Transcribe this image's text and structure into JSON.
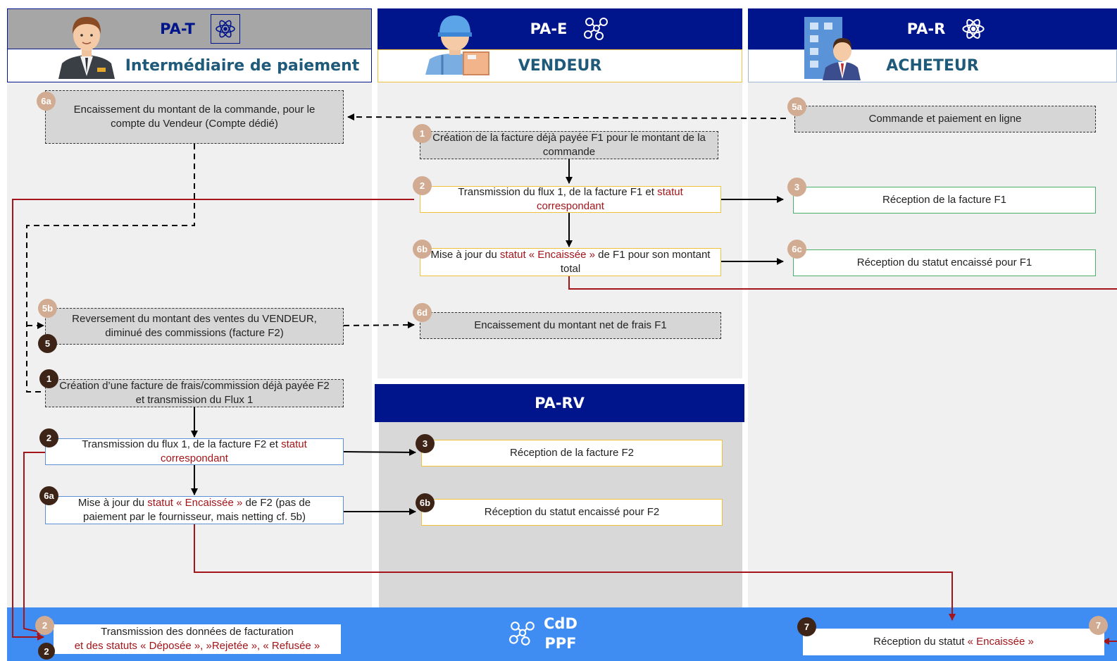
{
  "lanes": {
    "pat": {
      "code": "PA-T",
      "role": "Intermédiaire de paiement",
      "icon": "atom-icon"
    },
    "pae": {
      "code": "PA-E",
      "role": "VENDEUR",
      "icon": "network-icon"
    },
    "par": {
      "code": "PA-R",
      "role": "ACHETEUR",
      "icon": "atom-icon"
    },
    "parv": {
      "code": "PA-RV"
    },
    "cdd": {
      "line1": "CdD",
      "line2": "PPF",
      "icon": "network-icon"
    }
  },
  "colors": {
    "navy": "#00158c",
    "grey_header": "#a6a6a6",
    "blue_band": "#3f8cf2",
    "red_flow": "#a3151a"
  },
  "steps": {
    "t6a_top": {
      "badge": "6a",
      "text": "Encaissement du montant de la commande, pour le compte du Vendeur (Compte dédié)"
    },
    "r5a": {
      "badge": "5a",
      "text": "Commande et paiement en ligne"
    },
    "e1": {
      "badge": "1",
      "text": "Création de la facture déjà payée F1 pour le montant de la commande"
    },
    "e2": {
      "badge": "2",
      "text_a": "Transmission du flux 1, de la facture F1 et ",
      "text_red": "statut correspondant"
    },
    "r3": {
      "badge": "3",
      "text": "Réception de la facture F1"
    },
    "e6b": {
      "badge": "6b",
      "text_a": "Mise à jour du ",
      "text_red": "statut « Encaissée »",
      "text_b": " de F1 pour son montant total"
    },
    "r6c": {
      "badge": "6c",
      "text": "Réception du statut encaissé pour F1"
    },
    "t5b": {
      "badge_top": "5b",
      "badge_bottom": "5",
      "text": "Reversement  du montant des ventes du VENDEUR, diminué des commissions (facture F2)"
    },
    "e6d": {
      "badge": "6d",
      "text": "Encaissement du montant net de frais F1"
    },
    "t1": {
      "badge": "1",
      "text": "Création d’une facture de frais/commission déjà payée F2 et transmission du Flux 1"
    },
    "t2": {
      "badge": "2",
      "text_a": "Transmission du flux 1, de la facture F2 et ",
      "text_red": "statut correspondant"
    },
    "rv3": {
      "badge": "3",
      "text": "Réception de la facture F2"
    },
    "t6a": {
      "badge": "6a",
      "text_a": "Mise à jour du ",
      "text_red": "statut « Encaissée »",
      "text_b": " de F2 (pas de paiement par le fournisseur, mais netting cf. 5b)"
    },
    "rv6b": {
      "badge": "6b",
      "text": "Réception du statut encaissé pour F2"
    },
    "c2": {
      "badge_top": "2",
      "badge_bottom": "2",
      "line1": "Transmission des données de facturation",
      "line2": "et des statuts « Déposée »,  »Rejetée », « Refusée »"
    },
    "c7": {
      "badge_left": "7",
      "badge_right": "7",
      "text_a": "Réception du statut ",
      "text_red": "« Encaissée »"
    }
  }
}
